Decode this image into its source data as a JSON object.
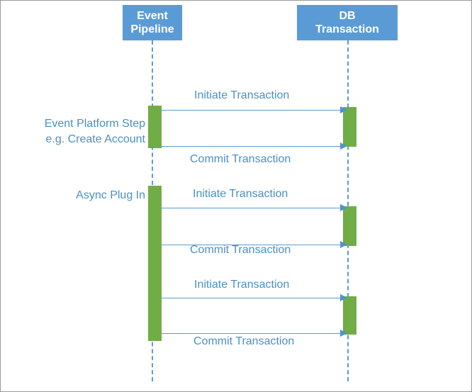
{
  "diagram": {
    "type": "sequence-diagram",
    "colors": {
      "participant_fill": "#5B9BD5",
      "participant_text": "#FFFFFF",
      "activation_fill": "#70AD47",
      "message_line": "#5B9BD5",
      "message_text": "#4A90C4",
      "border": "#9A9A9A",
      "background": "#FFFFFF"
    },
    "participants": [
      {
        "id": "event-pipeline",
        "label": "Event\nPipeline",
        "line1": "Event",
        "line2": "Pipeline"
      },
      {
        "id": "db-transaction",
        "label": "DB\nTransaction",
        "line1": "DB",
        "line2": "Transaction"
      }
    ],
    "side_labels": [
      {
        "id": "event-platform-step",
        "text": "Event Platform Step\ne.g. Create Account"
      },
      {
        "id": "async-plug-in",
        "text": "Async Plug In"
      }
    ],
    "messages": [
      {
        "id": "msg-1",
        "label": "Initiate Transaction",
        "from": "event-pipeline",
        "to": "db-transaction",
        "direction": "right"
      },
      {
        "id": "msg-2",
        "label": "Commit Transaction",
        "from": "event-pipeline",
        "to": "db-transaction",
        "direction": "right"
      },
      {
        "id": "msg-3",
        "label": "Initiate Transaction",
        "from": "event-pipeline",
        "to": "db-transaction",
        "direction": "right"
      },
      {
        "id": "msg-4",
        "label": "Commit Transaction",
        "from": "event-pipeline",
        "to": "db-transaction",
        "direction": "right"
      },
      {
        "id": "msg-5",
        "label": "Initiate Transaction",
        "from": "event-pipeline",
        "to": "db-transaction",
        "direction": "right"
      },
      {
        "id": "msg-6",
        "label": "Commit Transaction",
        "from": "event-pipeline",
        "to": "db-transaction",
        "direction": "right"
      }
    ]
  }
}
